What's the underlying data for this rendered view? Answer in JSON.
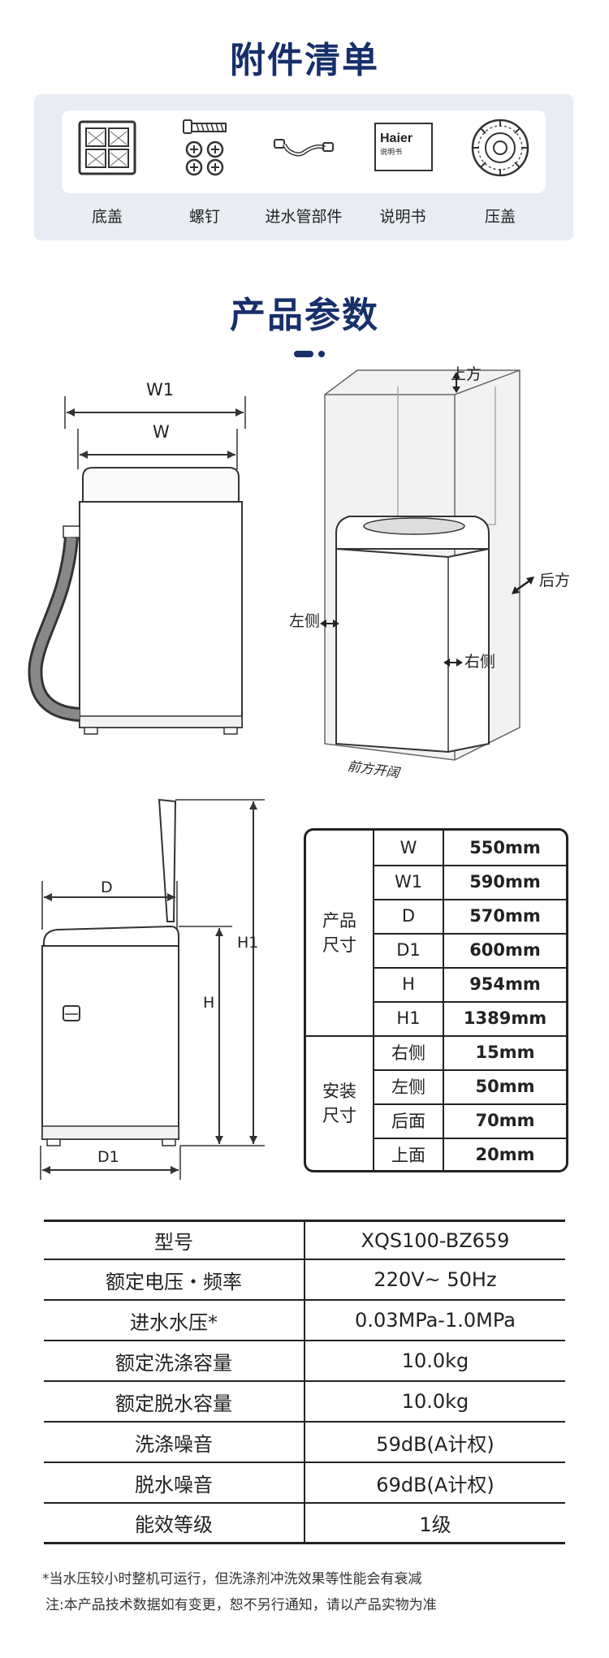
{
  "accessories": {
    "title": "附件清单",
    "items": [
      {
        "label": "底盖",
        "icon": "bottom-cover-icon"
      },
      {
        "label": "螺钉",
        "icon": "screws-icon"
      },
      {
        "label": "进水管部件",
        "icon": "water-hose-icon"
      },
      {
        "label": "说明书",
        "icon": "manual-icon"
      },
      {
        "label": "压盖",
        "icon": "press-cover-icon"
      }
    ],
    "manual_brand": "Haier",
    "manual_sub": "说明书"
  },
  "params": {
    "title": "产品参数"
  },
  "diagram_front": {
    "w1": "W1",
    "w": "W"
  },
  "diagram_clearance": {
    "top": "上方",
    "back": "后方",
    "left": "左侧",
    "right": "右侧",
    "front": "前方开阔"
  },
  "diagram_side": {
    "d": "D",
    "d1": "D1",
    "h": "H",
    "h1": "H1"
  },
  "dimensions": {
    "product_group": [
      "产品",
      "尺寸"
    ],
    "install_group": [
      "安装",
      "尺寸"
    ],
    "product_rows": [
      {
        "key": "W",
        "value": "550mm"
      },
      {
        "key": "W1",
        "value": "590mm"
      },
      {
        "key": "D",
        "value": "570mm"
      },
      {
        "key": "D1",
        "value": "600mm"
      },
      {
        "key": "H",
        "value": "954mm"
      },
      {
        "key": "H1",
        "value": "1389mm"
      }
    ],
    "install_rows": [
      {
        "key": "右侧",
        "value": "15mm"
      },
      {
        "key": "左侧",
        "value": "50mm"
      },
      {
        "key": "后面",
        "value": "70mm"
      },
      {
        "key": "上面",
        "value": "20mm"
      }
    ]
  },
  "specs": [
    {
      "key": "型号",
      "value": "XQS100-BZ659"
    },
    {
      "key": "额定电压・频率",
      "value": "220V~ 50Hz"
    },
    {
      "key": "进水水压*",
      "value": "0.03MPa-1.0MPa"
    },
    {
      "key": "额定洗涤容量",
      "value": "10.0kg"
    },
    {
      "key": "额定脱水容量",
      "value": "10.0kg"
    },
    {
      "key": "洗涤噪音",
      "value": "59dB(A计权)"
    },
    {
      "key": "脱水噪音",
      "value": "69dB(A计权)"
    },
    {
      "key": "能效等级",
      "value": "1级"
    }
  ],
  "notes": [
    "*当水压较小时整机可运行，但洗涤剂冲洗效果等性能会有衰减",
    "注:本产品技术数据如有变更，恕不另行通知，请以产品实物为准"
  ]
}
